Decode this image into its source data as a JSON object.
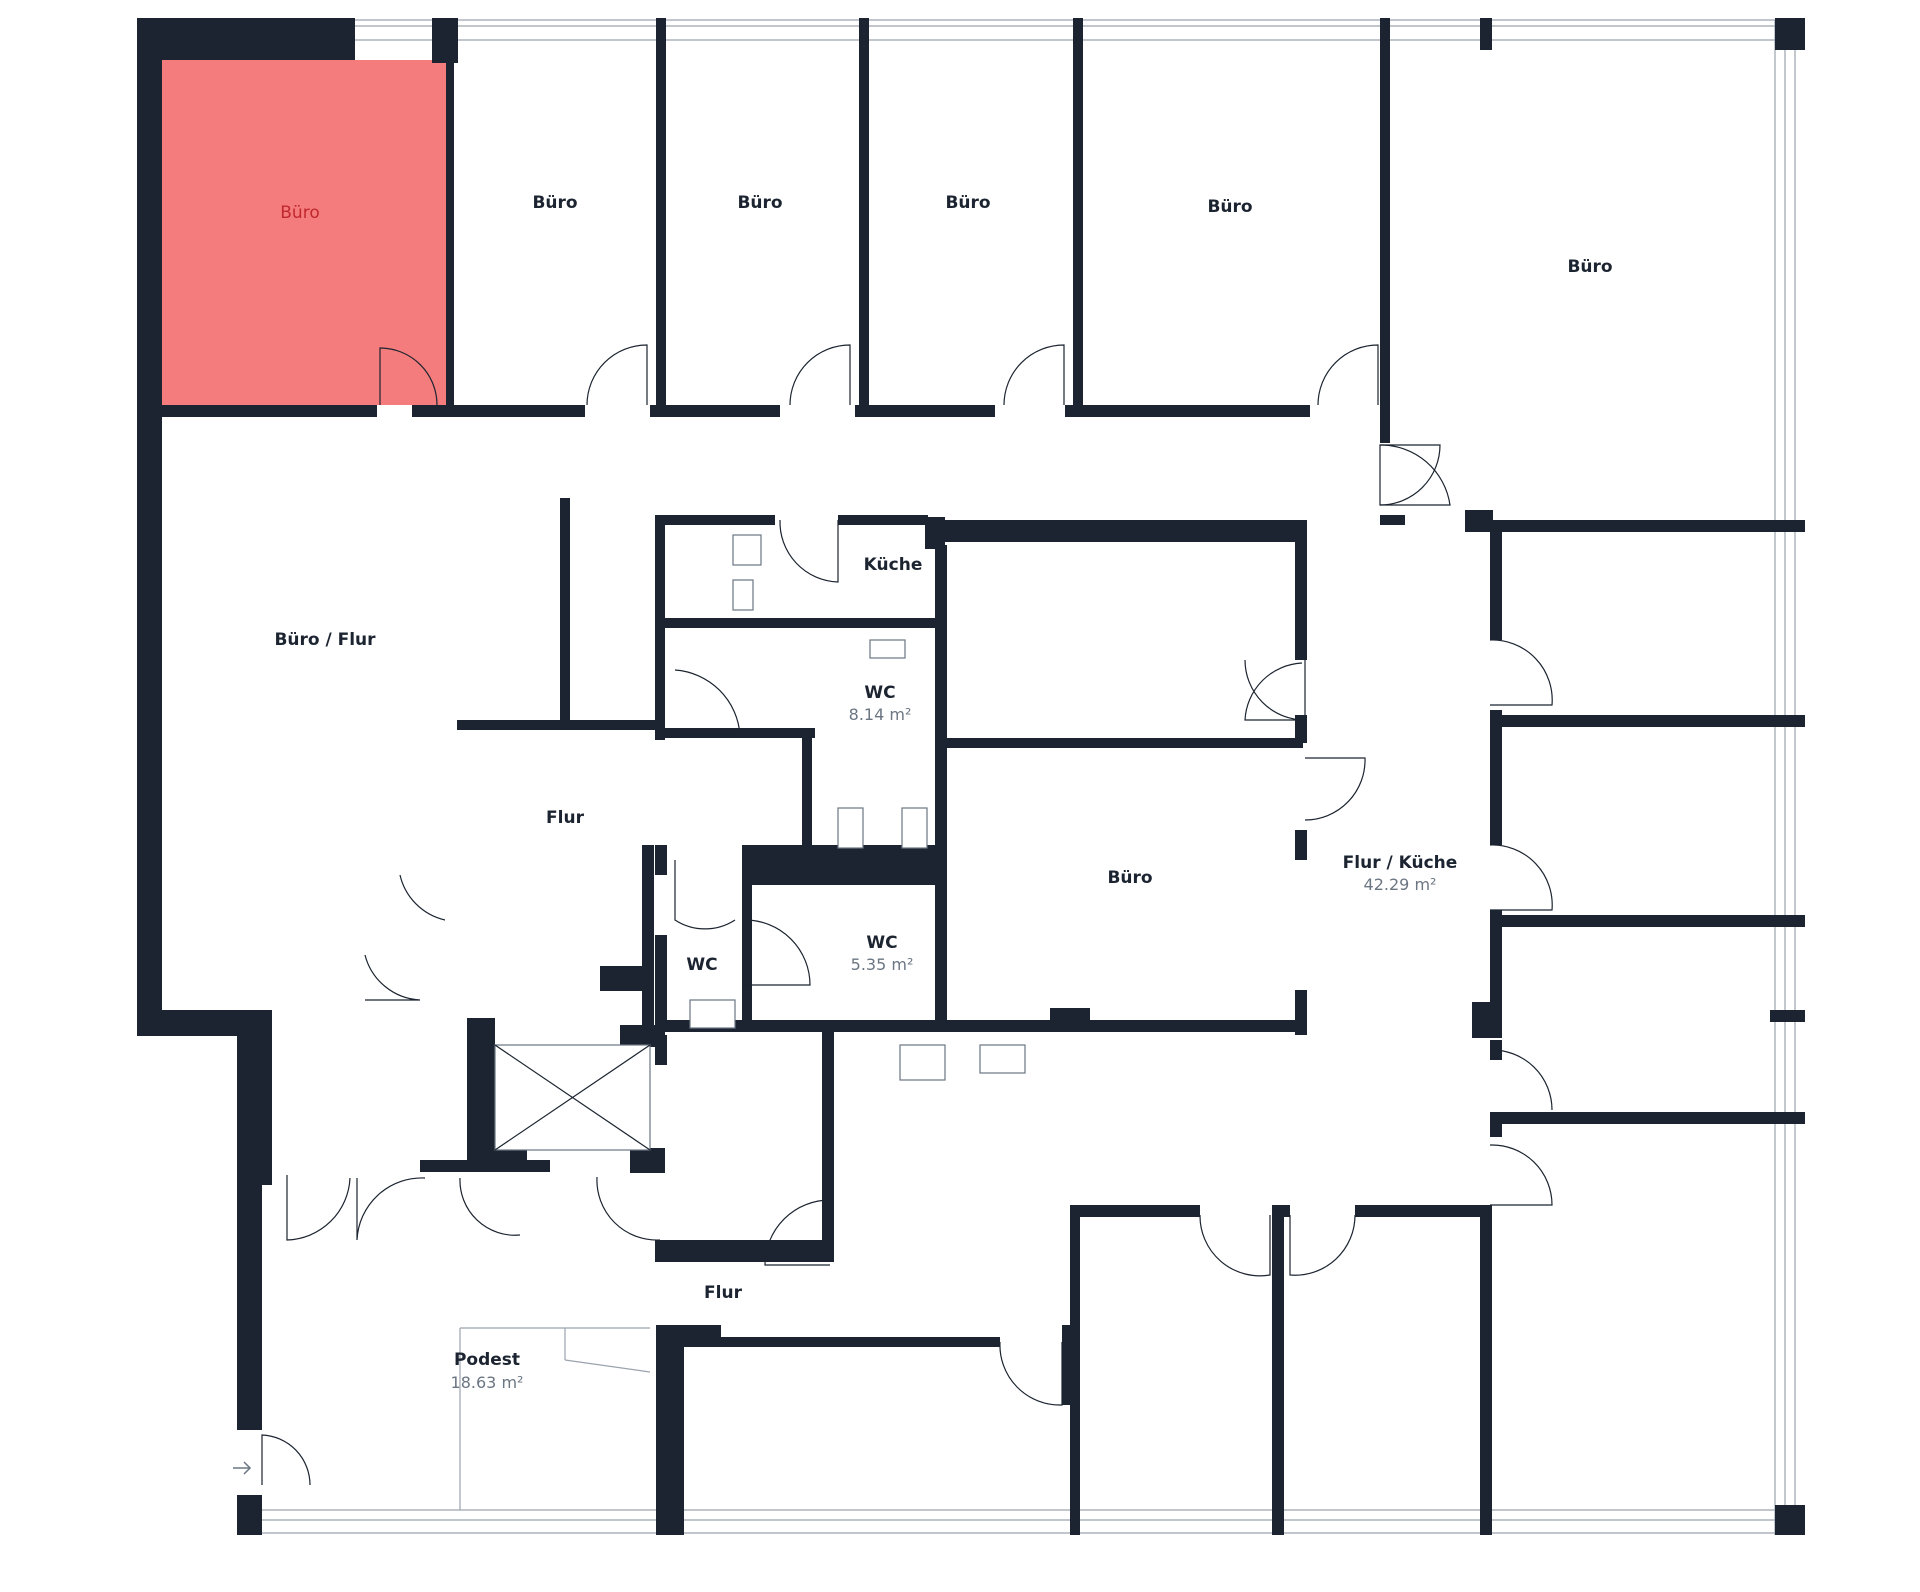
{
  "colors": {
    "wall": "#1b2430",
    "highlight": "#f47c7c",
    "highlight_text": "#c0282f",
    "window": "#9aa3ad",
    "area_text": "#6b7683"
  },
  "rooms": {
    "buero_highlight": {
      "label": "Büro"
    },
    "buero_2": {
      "label": "Büro"
    },
    "buero_3": {
      "label": "Büro"
    },
    "buero_4": {
      "label": "Büro"
    },
    "buero_5": {
      "label": "Büro"
    },
    "buero_corner": {
      "label": "Büro"
    },
    "buero_flur": {
      "label": "Büro / Flur"
    },
    "kueche": {
      "label": "Küche"
    },
    "wc_1": {
      "label": "WC",
      "area": "8.14 m²"
    },
    "wc_2": {
      "label": "WC",
      "area": "5.35 m²"
    },
    "wc_small": {
      "label": "WC"
    },
    "flur_center": {
      "label": "Flur"
    },
    "buero_center": {
      "label": "Büro"
    },
    "flur_kueche": {
      "label": "Flur / Küche",
      "area": "42.29 m²"
    },
    "flur_lower": {
      "label": "Flur"
    },
    "podest": {
      "label": "Podest",
      "area": "18.63 m²"
    }
  },
  "icons": {
    "entrance": "arrow-right-icon",
    "elevator": "elevator-icon"
  }
}
